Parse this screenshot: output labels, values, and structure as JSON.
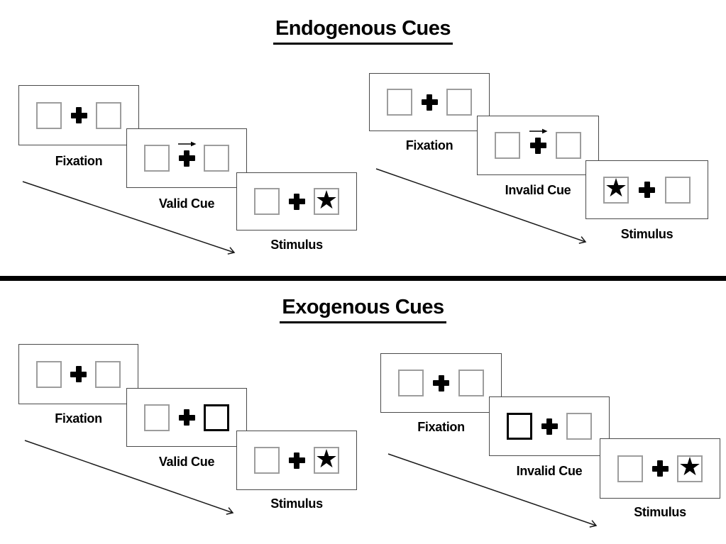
{
  "titles": {
    "endogenous": "Endogenous Cues",
    "exogenous": "Exogenous Cues"
  },
  "labels": {
    "endo_valid": {
      "fixation": "Fixation",
      "cue": "Valid Cue",
      "stimulus": "Stimulus"
    },
    "endo_invalid": {
      "fixation": "Fixation",
      "cue": "Invalid Cue",
      "stimulus": "Stimulus"
    },
    "exo_valid": {
      "fixation": "Fixation",
      "cue": "Valid Cue",
      "stimulus": "Stimulus"
    },
    "exo_invalid": {
      "fixation": "Fixation",
      "cue": "Invalid Cue",
      "stimulus": "Stimulus"
    }
  },
  "glyphs": {
    "star": "★"
  },
  "icons": {
    "fixation_cross": "plus-cross",
    "cue_arrow": "right-arrow",
    "target": "black-star",
    "time_arrow": "diagonal-right-down-arrow"
  },
  "colors": {
    "ink": "#000000",
    "panel_border": "#4a4a4a",
    "square_border": "#9d9d9d",
    "background": "#ffffff"
  }
}
